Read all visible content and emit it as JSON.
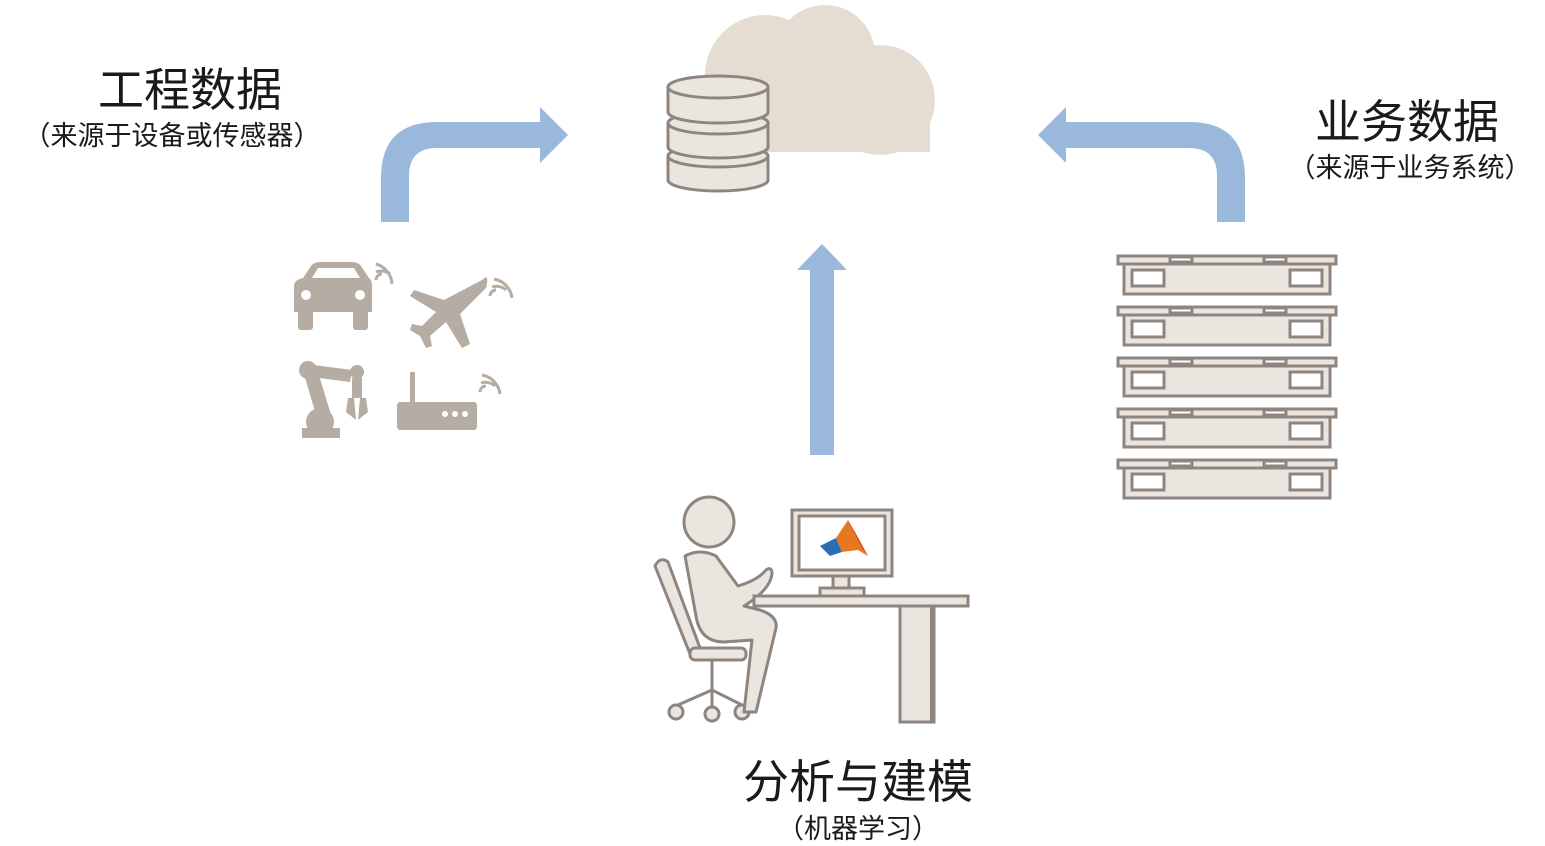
{
  "labels": {
    "engineering_title": "工程数据",
    "engineering_sub": "（来源于设备或传感器）",
    "business_title": "业务数据",
    "business_sub": "（来源于业务系统）",
    "analysis_title": "分析与建模",
    "analysis_sub": "（机器学习）"
  },
  "icons": {
    "cloud": "cloud-icon",
    "database": "database-icon",
    "car": "car-icon",
    "airplane": "airplane-icon",
    "robot_arm": "robot-arm-icon",
    "router": "router-icon",
    "server_rack": "server-rack-icon",
    "person": "person-at-desk-icon",
    "monitor": "monitor-icon",
    "matlab_logo": "matlab-logo-icon"
  },
  "colors": {
    "arrow": "#9ab8dc",
    "cloud": "#e6ddd2",
    "icon_fill": "#b5aca3",
    "stroke": "#8e8580",
    "light_fill": "#ebe5df"
  }
}
